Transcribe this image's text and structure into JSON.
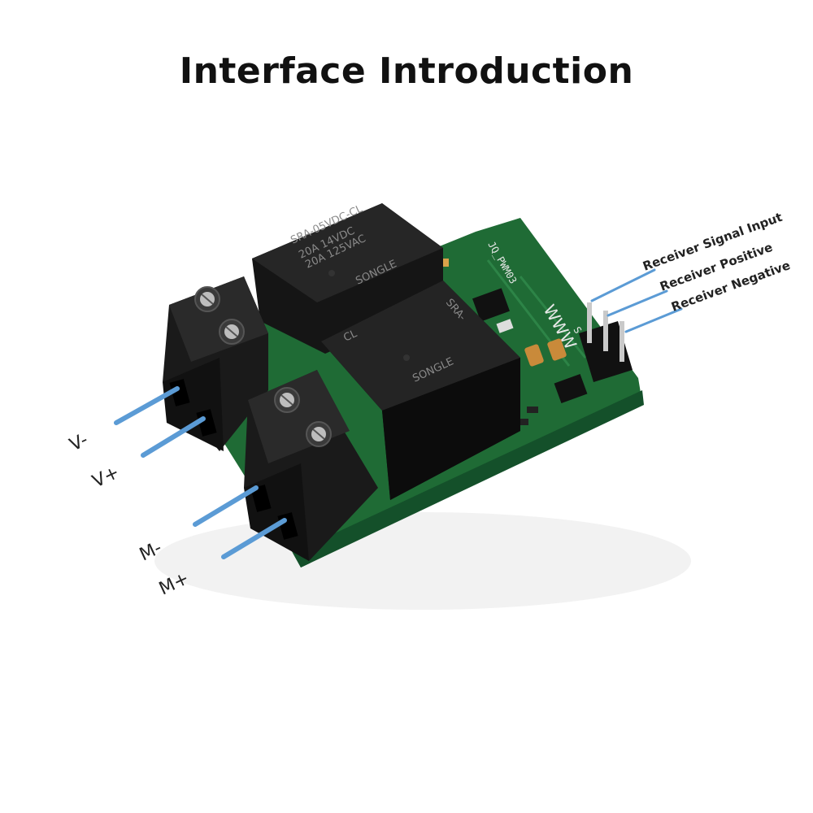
{
  "title": "Interface Introduction",
  "board": {
    "relay_1": {
      "model": "SRA-05VDC-CL",
      "rating_1": "20A 14VDC",
      "rating_2": "20A 125VAC",
      "brand": "SONGLE"
    },
    "relay_2": {
      "model": "SRA-",
      "suffix": "CL",
      "brand": "SONGLE"
    },
    "silkscreen": "JQ_PWM03",
    "pin_marker": "S"
  },
  "labels": {
    "v_minus": "V-",
    "v_plus": "V+",
    "m_minus": "M-",
    "m_plus": "M+",
    "receiver_signal": "Receiver Signal Input",
    "receiver_positive": "Receiver Positive",
    "receiver_negative": "Receiver Negative"
  },
  "colors": {
    "leader_line": "#5b9bd5",
    "pcb": "#1f6b35",
    "relay_body": "#151515",
    "terminal_block": "#1a1a1a"
  }
}
